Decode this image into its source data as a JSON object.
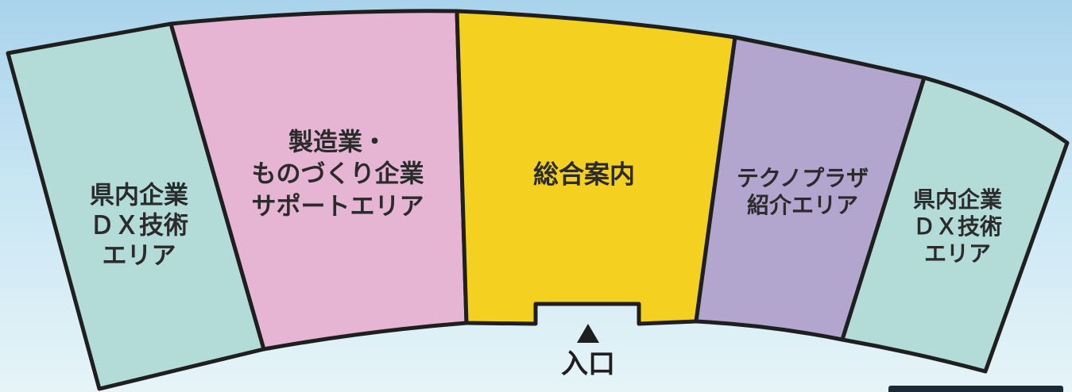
{
  "zones": [
    {
      "id": "dx-left",
      "color": "#b3dcd8",
      "lines": [
        "県内企業",
        "ＤＸ技術",
        "エリア"
      ]
    },
    {
      "id": "mfg",
      "color": "#e7b5d4",
      "lines": [
        "製造業・",
        "ものづくり企業",
        "サポートエリア"
      ]
    },
    {
      "id": "general",
      "color": "#f4d020",
      "lines": [
        "総合案内"
      ]
    },
    {
      "id": "techno",
      "color": "#b2a6cf",
      "lines": [
        "テクノプラザ",
        "紹介エリア"
      ]
    },
    {
      "id": "dx-right",
      "color": "#b3dcd8",
      "lines": [
        "県内企業",
        "ＤＸ技術",
        "エリア"
      ]
    }
  ],
  "entrance": {
    "arrow_icon": "triangle-up-icon",
    "label": "入口"
  },
  "colors": {
    "outline": "#1f1f1f",
    "background_top": "#a9d3ec",
    "background_bottom": "#e6f4f8"
  }
}
